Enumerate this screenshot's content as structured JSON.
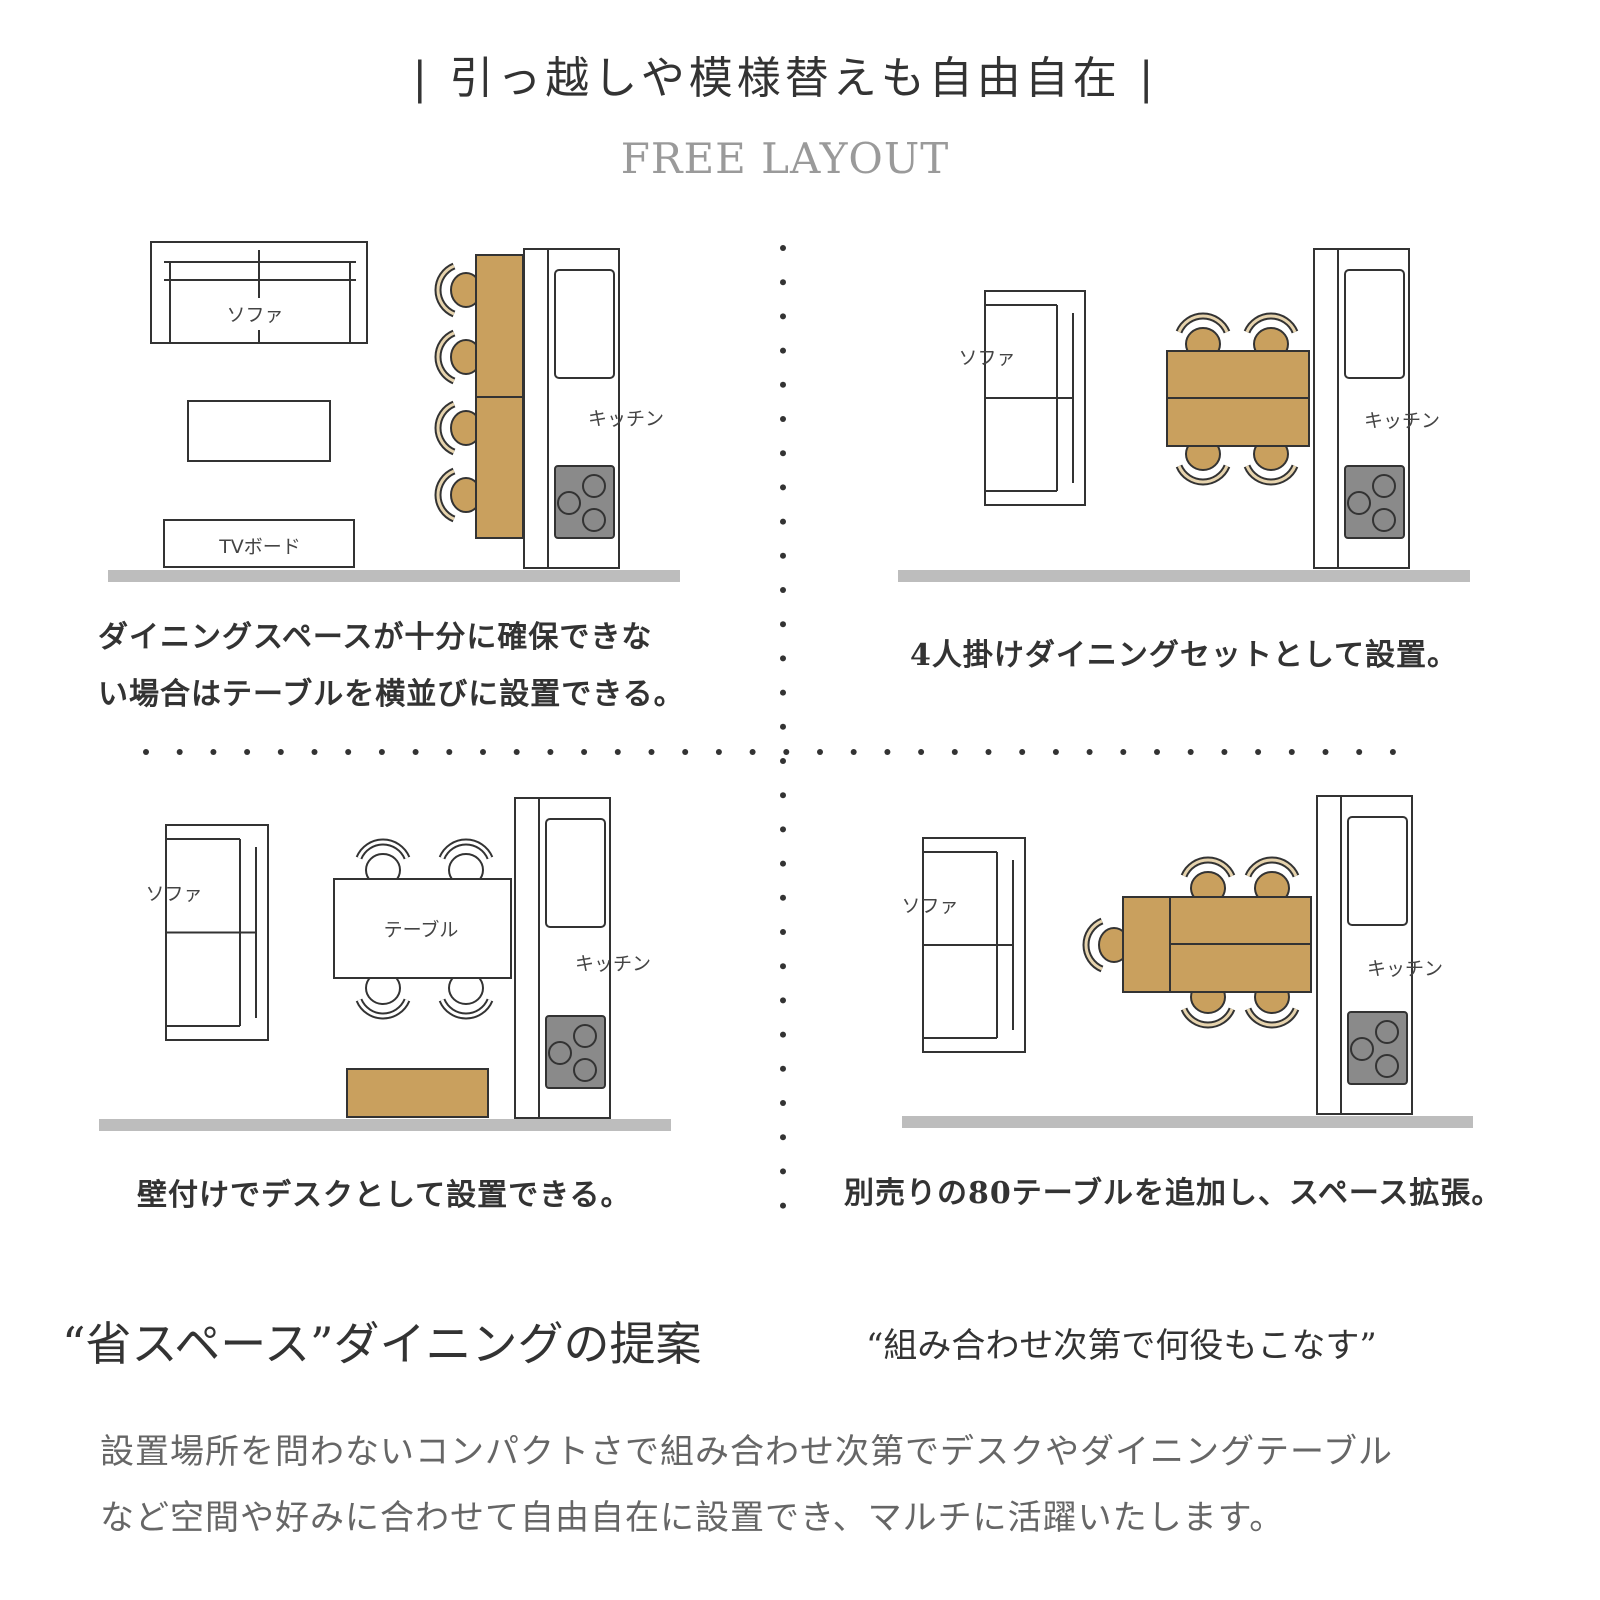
{
  "header": {
    "title": "| 引っ越しや模様替えも自由自在 |",
    "subtitle": "FREE LAYOUT"
  },
  "labels": {
    "sofa": "ソファ",
    "kitchen": "キッチン",
    "tv_board": "TVボード",
    "table": "テーブル"
  },
  "panels": [
    {
      "caption_lines": [
        "ダイニングスペースが十分に確保できな",
        "い場合はテーブルを横並びに設置できる。"
      ]
    },
    {
      "caption_lines": [
        "4人掛けダイニングセットとして設置。"
      ]
    },
    {
      "caption_lines": [
        "壁付けでデスクとして設置できる。"
      ]
    },
    {
      "caption_lines": [
        "別売りの80テーブルを追加し、スペース拡張。"
      ]
    }
  ],
  "footer": {
    "heading": "“省スペース”ダイニングの提案",
    "tagline": "“組み合わせ次第で何役もこなす”",
    "body_lines": [
      "設置場所を問わないコンパクトさで組み合わせ次第でデスクやダイニングテーブル",
      "など空間や好みに合わせて自由自在に設置でき、マルチに活躍いたします。"
    ]
  },
  "colors": {
    "wood": "#c9a05e",
    "line": "#333333",
    "floor": "#bdbdbd",
    "stove": "#8a8a8a",
    "dots": "#333333"
  }
}
